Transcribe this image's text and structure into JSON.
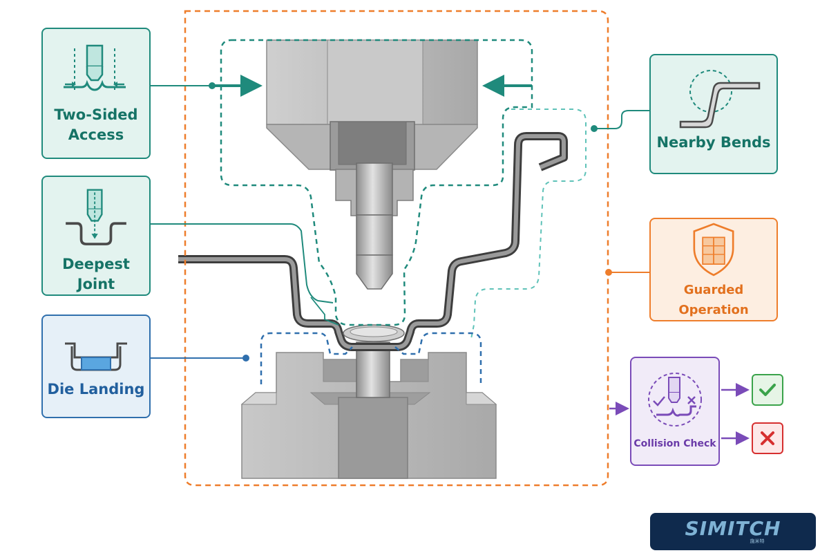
{
  "labels": {
    "two_sided_access": "Two-Sided\nAccess",
    "deepest_joint": "Deepest Joint",
    "die_landing": "Die Landing",
    "nearby_bends": "Nearby Bends",
    "guarded_operation": "Guarded Operation",
    "collision_check": "Collision Check"
  },
  "results": {
    "pass_icon": "check-icon",
    "fail_icon": "cross-icon"
  },
  "logo": {
    "brand": "SIMITCH",
    "subtitle": "施米特"
  },
  "colors": {
    "teal": "#1f8a7c",
    "blue": "#2f6fad",
    "orange": "#ee7d2b",
    "purple": "#7a4bb8",
    "pass": "#3aa34a",
    "fail": "#d62f2f",
    "steel": "#b9b9b9"
  }
}
